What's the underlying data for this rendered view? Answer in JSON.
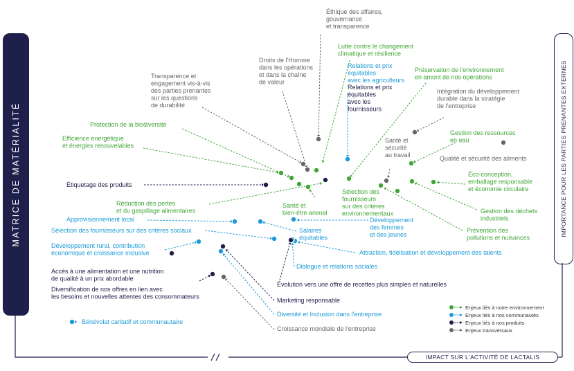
{
  "title": "MATRICE DE MATÉRIALITÉ",
  "colors": {
    "environnement": "#3fa535",
    "communautes": "#1a9ad6",
    "produits": "#1e1f4b",
    "transversaux": "#666666",
    "frame": "#1e1f4b"
  },
  "chart_data": {
    "type": "scatter",
    "title": "MATRICE DE MATÉRIALITÉ",
    "xlabel": "IMPACT SUR L'ACTIVITÉ DE LACTALIS",
    "ylabel": "IMPORTANCE POUR LES PARTIES PRENANTES EXTERNES",
    "series": [
      {
        "name": "Enjeux liés à notre environnement",
        "key": "environnement"
      },
      {
        "name": "Enjeux liés à nos communautés",
        "key": "communautes"
      },
      {
        "name": "Enjeux liés à nos produits",
        "key": "produits"
      },
      {
        "name": "Enjeux transversaux",
        "key": "transversaux"
      }
    ],
    "points": [
      {
        "label": [
          "Éthique des affaires,",
          "gouvernance",
          "et transparence"
        ],
        "series": "transversaux",
        "x": 460,
        "y": 201
      },
      {
        "label": [
          "Lutte contre le changement",
          "climatique et résilience"
        ],
        "series": "environnement",
        "x": 457,
        "y": 246
      },
      {
        "label": [
          "Droits de l'Homme",
          "dans les opérations",
          "et dans la chaîne",
          "de valeur"
        ],
        "series": "transversaux",
        "x": 444,
        "y": 245
      },
      {
        "label": [
          "Relations et prix",
          "équitables",
          "avec les agriculteurs"
        ],
        "series": "communautes",
        "x": 502,
        "y": 230
      },
      {
        "label": [
          "Relations et prix",
          "équitables",
          "avec les",
          "fournisseurs"
        ],
        "series": "produits",
        "x": 470,
        "y": 260
      },
      {
        "label": [
          "Préservation de l'environnement",
          "en amont de nos opérations"
        ],
        "series": "environnement",
        "x": 504,
        "y": 258
      },
      {
        "label": [
          "Transparence et",
          "engagement vis-à-vis",
          "des parties prenantes",
          "sur les questions",
          "de durabilité"
        ],
        "series": "transversaux",
        "x": 438,
        "y": 237
      },
      {
        "label": [
          "Intégration du développement",
          "durable dans la stratégie",
          "de l'entreprise"
        ],
        "series": "transversaux",
        "x": 599,
        "y": 191
      },
      {
        "label": [
          "Protection de la biodiversité"
        ],
        "series": "environnement",
        "x": 421,
        "y": 257
      },
      {
        "label": [
          "Efficience énergétique",
          "et énergies renouvelables"
        ],
        "series": "environnement",
        "x": 406,
        "y": 250
      },
      {
        "label": [
          "Gestion des ressources",
          "en eau"
        ],
        "series": "environnement",
        "x": 594,
        "y": 236
      },
      {
        "label": [
          "Qualité et sécurité des aliments"
        ],
        "series": "transversaux",
        "x": 727,
        "y": 206
      },
      {
        "label": [
          "Santé et",
          "sécurité",
          "au travail"
        ],
        "series": "transversaux",
        "x": 558,
        "y": 261
      },
      {
        "label": [
          "Étiquetage des produits"
        ],
        "series": "produits",
        "x": 384,
        "y": 267
      },
      {
        "label": [
          "Éco-conception,",
          "emballage responsable",
          "et économie circulaire"
        ],
        "series": "environnement",
        "x": 626,
        "y": 263
      },
      {
        "label": [
          "Réduction des pertes",
          "et du gaspillage alimentaires"
        ],
        "series": "environnement",
        "x": 432,
        "y": 266
      },
      {
        "label": [
          "Santé et",
          "bien-être animal"
        ],
        "series": "environnement",
        "x": 445,
        "y": 270
      },
      {
        "label": [
          "Sélection des",
          "fournisseurs",
          "sur des critères",
          "environnementaux"
        ],
        "series": "environnement",
        "x": 550,
        "y": 268
      },
      {
        "label": [
          "Gestion des déchets",
          "industriels"
        ],
        "series": "environnement",
        "x": 595,
        "y": 262
      },
      {
        "label": [
          "Prévention des",
          "pollutions et nuisances"
        ],
        "series": "environnement",
        "x": 574,
        "y": 276
      },
      {
        "label": [
          "Approvisionnement local"
        ],
        "series": "communautes",
        "x": 339,
        "y": 320
      },
      {
        "label": [
          "Développement",
          "des femmes",
          "et des jeunes"
        ],
        "series": "communautes",
        "x": 424,
        "y": 317
      },
      {
        "label": [
          "Sélection des fournisseurs sur des critères sociaux"
        ],
        "series": "communautes",
        "x": 396,
        "y": 345
      },
      {
        "label": [
          "Salaires",
          "équitables"
        ],
        "series": "communautes",
        "x": 376,
        "y": 320
      },
      {
        "label": [
          "Développement rural, contribution",
          "économique et croissance inclusive"
        ],
        "series": "communautes",
        "x": 287,
        "y": 349
      },
      {
        "label": [
          "Attraction, fidélisation et développement des talents"
        ],
        "series": "communautes",
        "x": 426,
        "y": 348
      },
      {
        "label": [
          "Dialogue et relations sociales"
        ],
        "series": "communautes",
        "x": 422,
        "y": 346
      },
      {
        "label": [
          "Évolution vers une offre de recettes plus simples et naturelles"
        ],
        "series": "produits",
        "x": 420,
        "y": 347
      },
      {
        "label": [
          "Accès à une alimentation et une nutrition",
          "de qualité à un prix abordable"
        ],
        "series": "produits",
        "x": 248,
        "y": 366
      },
      {
        "label": [
          "Marketing responsable"
        ],
        "series": "produits",
        "x": 322,
        "y": 356
      },
      {
        "label": [
          "Diversification de nos offres en lien avec",
          "les besoins et nouvelles attentes des consommateurs"
        ],
        "series": "produits",
        "x": 307,
        "y": 396
      },
      {
        "label": [
          "Diversité et Inclusion dans l'entreprise"
        ],
        "series": "communautes",
        "x": 319,
        "y": 363
      },
      {
        "label": [
          "Croissance mondiale de l'entreprise"
        ],
        "series": "transversaux",
        "x": 323,
        "y": 400
      },
      {
        "label": [
          "Bénévolat caritatif et communautaire"
        ],
        "series": "communautes",
        "x": 104,
        "y": 465
      }
    ]
  }
}
